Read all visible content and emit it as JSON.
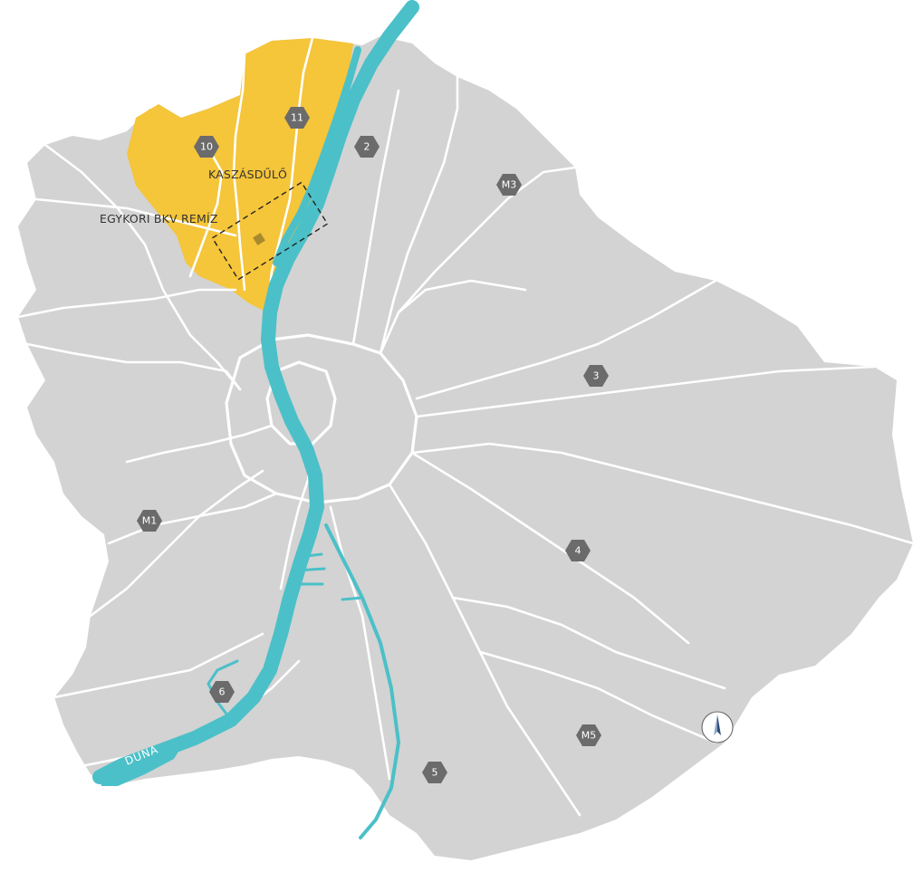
{
  "colors": {
    "land": "#d3d3d3",
    "highlight_district": "#f5c53a",
    "river": "#4bc0c8",
    "road": "#ffffff",
    "marker": "#6b6b6b",
    "site": "#a88a2e"
  },
  "labels": {
    "kaszasdulo": "KASZÁSDŰLŐ",
    "remiz": "EGYKORI BKV REMÍZ",
    "river": "DUNA"
  },
  "road_markers": [
    "10",
    "11",
    "2",
    "M3",
    "3",
    "M1",
    "4",
    "6",
    "M5",
    "5"
  ],
  "icons": {
    "compass": "north-arrow-icon"
  }
}
